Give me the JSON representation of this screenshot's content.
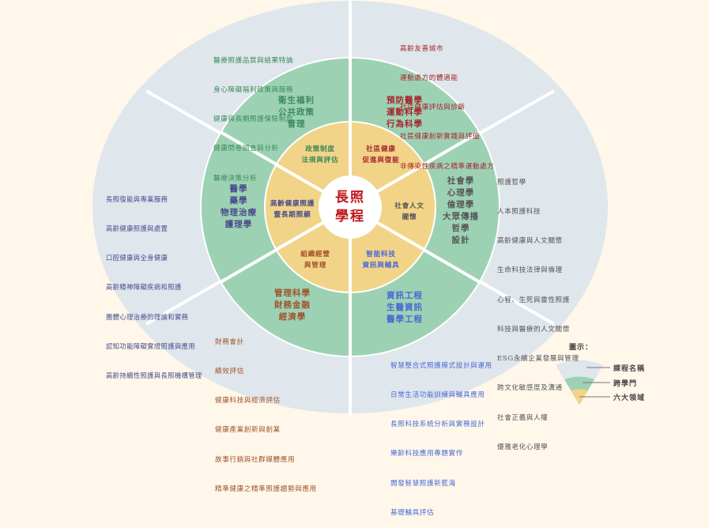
{
  "colors": {
    "background": "#fef7ea",
    "outer_ring": "#dfe6ec",
    "middle_ring": "#9dd1b4",
    "inner_ring": "#f2d488",
    "center": "#ffffff",
    "separator": "#ffffff",
    "center_text": "#c0161d"
  },
  "center": {
    "line1": "長照",
    "line2": "學程"
  },
  "sectors": [
    {
      "id": "policy",
      "color": "#3b8a5a",
      "domain": [
        "政策制度",
        "法規與評估"
      ],
      "disciplines": [
        "衛生福利",
        "公共政策",
        "管理"
      ],
      "courses": [
        "醫療照護品質與結果特論",
        "身心障礙福利政策與服務",
        "健康與長期照護保險制度",
        "健康問卷調查與分析",
        "醫療決策分析"
      ]
    },
    {
      "id": "community",
      "color": "#a8262c",
      "domain": [
        "社區健康",
        "促進與復能"
      ],
      "disciplines": [
        "預防醫學",
        "運動科學",
        "行為科學"
      ],
      "courses": [
        "高齡友善城市",
        "運動處方的體適能",
        "社區健康評估與診斷",
        "社區健康創新實踐與評值",
        "非傳染性疾病之精準運動處方"
      ]
    },
    {
      "id": "humanities",
      "color": "#555555",
      "domain": [
        "社會人文",
        "關懷"
      ],
      "disciplines": [
        "社會學",
        "心理學",
        "倫理學",
        "大眾傳播",
        "哲學",
        "設計"
      ],
      "courses": [
        "照護哲學",
        "人本照護科技",
        "高齡健康與人文關懷",
        "生命科技法律與倫理",
        "心智、生死與靈性照護",
        "科技與醫療的人文關懷",
        "ESG永續企業發展與管理",
        "跨文化敏感度及溝通",
        "社會正義與人權",
        "優雅老化心理學"
      ]
    },
    {
      "id": "tech",
      "color": "#4a68d6",
      "domain": [
        "智能科技",
        "資訊與輔具"
      ],
      "disciplines": [
        "資訊工程",
        "生醫資訊",
        "醫學工程"
      ],
      "courses": [
        "智慧整合式照護模式設計與運用",
        "日常生活功能訓練與輔具應用",
        "長照科技系統分析與實務設計",
        "樂齡科技應用專題實作",
        "開發智慧照護新藍海",
        "基礎輔具評估"
      ]
    },
    {
      "id": "management",
      "color": "#a0532a",
      "domain": [
        "組織經營",
        "與管理"
      ],
      "disciplines": [
        "管理科學",
        "財務金融",
        "經濟學"
      ],
      "courses": [
        "財務會計",
        "績效評估",
        "健康科技與經濟評估",
        "健康產業創新與創業",
        "故事行銷與社群媒體應用",
        "精準健康之精準照護趨勢與應用"
      ]
    },
    {
      "id": "care",
      "color": "#474b8c",
      "domain": [
        "高齡健康照護",
        "暨長期照顧"
      ],
      "disciplines": [
        "醫學",
        "藥學",
        "物理治療",
        "護理學"
      ],
      "courses": [
        "長照復能與專業服務",
        "高齡健康照護與處置",
        "口腔健康與全身健康",
        "高齡精神障礙疾病和照護",
        "團體心理治療的理論和實務",
        "認知功能障礙實證照護與應用",
        "高齡持續性照護與長照機構管理"
      ]
    }
  ],
  "legend": {
    "title": "圖示：",
    "items": [
      {
        "label": "課程名稱",
        "color": "#dfe6ec"
      },
      {
        "label": "跨學門",
        "color": "#9dd1b4"
      },
      {
        "label": "六大領域",
        "color": "#f2d488"
      }
    ]
  }
}
